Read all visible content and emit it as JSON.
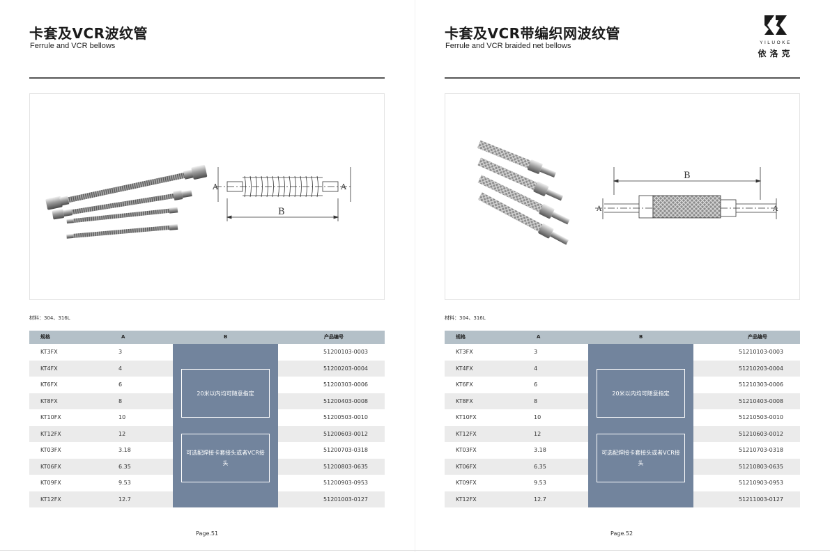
{
  "left": {
    "title_cn": "卡套及VCR波纹管",
    "title_en": "Ferrule and VCR bellows",
    "material": "材料：304、316L",
    "diagram_labels": {
      "a": "A",
      "b": "B"
    },
    "headers": {
      "spec": "规格",
      "a": "A",
      "b": "B",
      "code": "产品编号"
    },
    "rows": [
      {
        "spec": "KT3FX",
        "a": "3",
        "code": "51200103-0003"
      },
      {
        "spec": "KT4FX",
        "a": "4",
        "code": "51200203-0004"
      },
      {
        "spec": "KT6FX",
        "a": "6",
        "code": "51200303-0006"
      },
      {
        "spec": "KT8FX",
        "a": "8",
        "code": "51200403-0008"
      },
      {
        "spec": "KT10FX",
        "a": "10",
        "code": "51200503-0010"
      },
      {
        "spec": "KT12FX",
        "a": "12",
        "code": "51200603-0012"
      },
      {
        "spec": "KT03FX",
        "a": "3.18",
        "code": "51200703-0318"
      },
      {
        "spec": "KT06FX",
        "a": "6.35",
        "code": "51200803-0635"
      },
      {
        "spec": "KT09FX",
        "a": "9.53",
        "code": "51200903-0953"
      },
      {
        "spec": "KT12FX",
        "a": "12.7",
        "code": "51201003-0127"
      }
    ],
    "b_note_1": "20米以内均可随意指定",
    "b_note_2": "可选配焊接卡套接头或者VCR接头",
    "page": "Page.51"
  },
  "right": {
    "title_cn": "卡套及VCR带编织网波纹管",
    "title_en": "Ferrule and VCR braided net bellows",
    "material": "材料：304、316L",
    "diagram_labels": {
      "a": "A",
      "b": "B"
    },
    "headers": {
      "spec": "规格",
      "a": "A",
      "b": "B",
      "code": "产品编号"
    },
    "rows": [
      {
        "spec": "KT3FX",
        "a": "3",
        "code": "51210103-0003"
      },
      {
        "spec": "KT4FX",
        "a": "4",
        "code": "51210203-0004"
      },
      {
        "spec": "KT6FX",
        "a": "6",
        "code": "51210303-0006"
      },
      {
        "spec": "KT8FX",
        "a": "8",
        "code": "51210403-0008"
      },
      {
        "spec": "KT10FX",
        "a": "10",
        "code": "51210503-0010"
      },
      {
        "spec": "KT12FX",
        "a": "12",
        "code": "51210603-0012"
      },
      {
        "spec": "KT03FX",
        "a": "3.18",
        "code": "51210703-0318"
      },
      {
        "spec": "KT06FX",
        "a": "6.35",
        "code": "51210803-0635"
      },
      {
        "spec": "KT09FX",
        "a": "9.53",
        "code": "51210903-0953"
      },
      {
        "spec": "KT12FX",
        "a": "12.7",
        "code": "51211003-0127"
      }
    ],
    "b_note_1": "20米以内均可随意指定",
    "b_note_2": "可选配焊接卡套接头或者VCR接头",
    "page": "Page.52"
  },
  "logo": {
    "brand_en": "YILUOKE",
    "brand_cn": "依洛克"
  },
  "colors": {
    "header_bg": "#b4c0c8",
    "b_block": "#72849d",
    "row_alt": "#ebebeb"
  }
}
